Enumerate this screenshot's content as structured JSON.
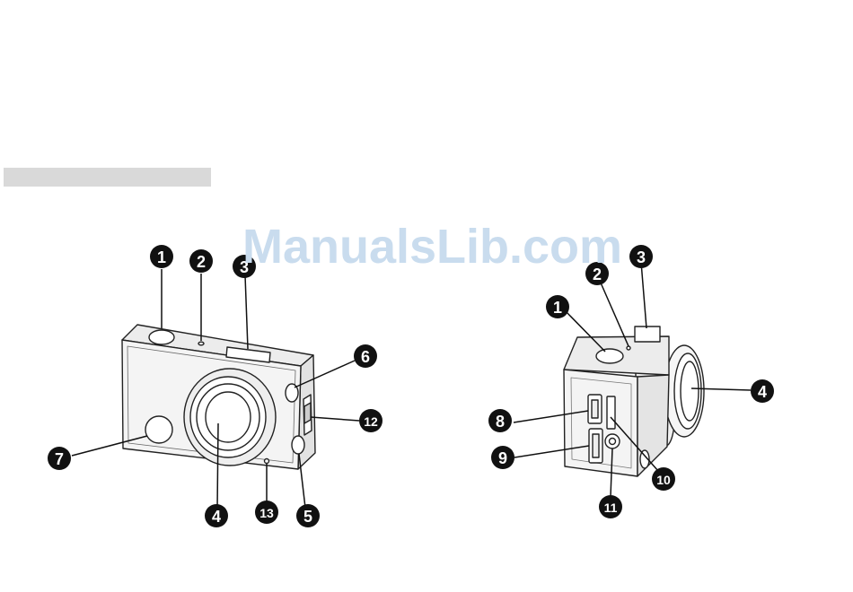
{
  "watermark": {
    "text": "ManualsLib.com"
  },
  "colors": {
    "callout": "#111111",
    "outline": "#222222",
    "body_fill": "#f4f4f4",
    "header_bar": "#d9d9d9",
    "watermark": "#c9dcee"
  },
  "front_view": {
    "callouts": [
      {
        "id": "1",
        "label": "1"
      },
      {
        "id": "2",
        "label": "2"
      },
      {
        "id": "3",
        "label": "3"
      },
      {
        "id": "4",
        "label": "4"
      },
      {
        "id": "5",
        "label": "5"
      },
      {
        "id": "6",
        "label": "6"
      },
      {
        "id": "7",
        "label": "7"
      },
      {
        "id": "12",
        "label": "12"
      },
      {
        "id": "13",
        "label": "13"
      }
    ]
  },
  "side_view": {
    "callouts": [
      {
        "id": "1",
        "label": "1"
      },
      {
        "id": "2",
        "label": "2"
      },
      {
        "id": "3",
        "label": "3"
      },
      {
        "id": "4",
        "label": "4"
      },
      {
        "id": "8",
        "label": "8"
      },
      {
        "id": "9",
        "label": "9"
      },
      {
        "id": "10",
        "label": "10"
      },
      {
        "id": "11",
        "label": "11"
      }
    ]
  }
}
